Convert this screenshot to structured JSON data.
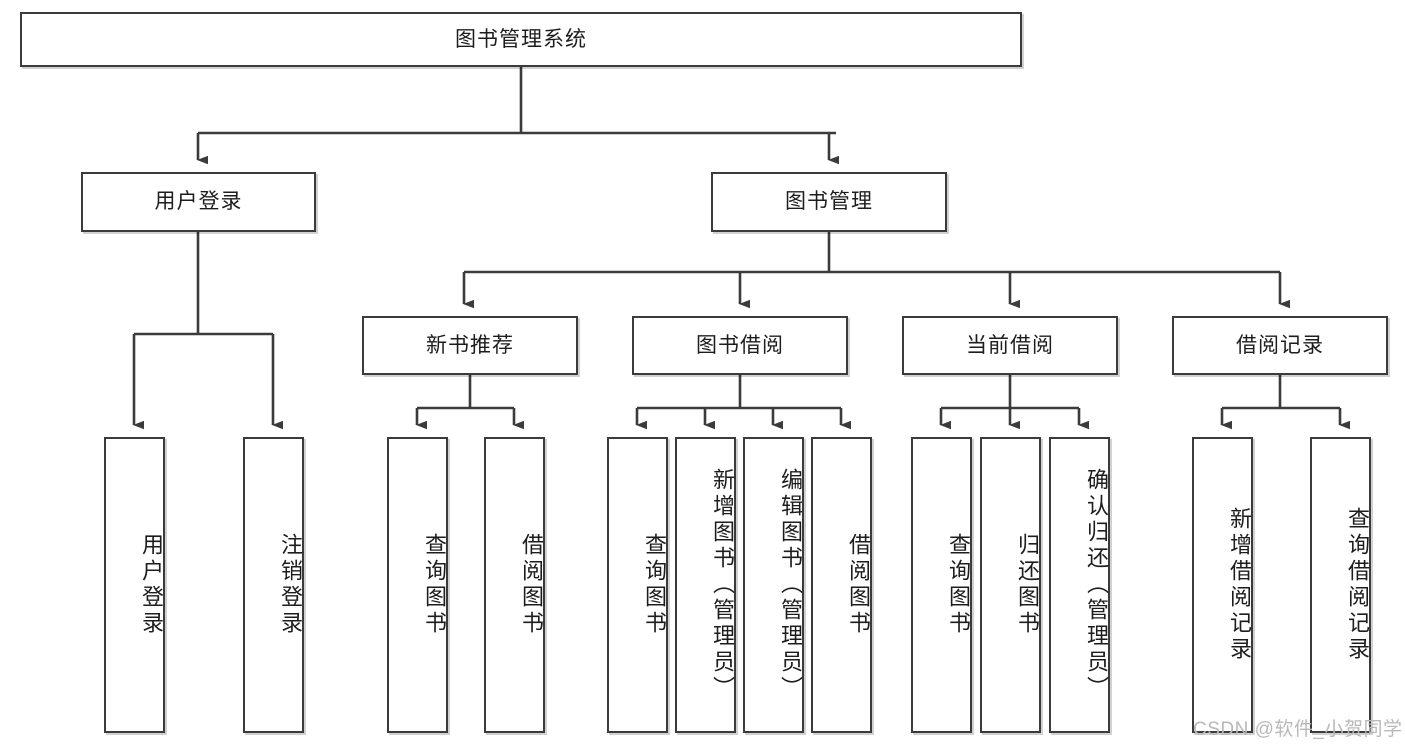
{
  "diagram": {
    "type": "tree",
    "title": "图书管理系统",
    "orientation": "top-down",
    "colors": {
      "node_border": "#3b3b3b",
      "node_fill": "#ffffff",
      "edge": "#3b3b3b",
      "text": "#1d1d1d",
      "watermark": "#b9b9b9",
      "background": "#ffffff"
    },
    "root": {
      "id": "root",
      "label": "图书管理系统"
    },
    "level2": [
      {
        "id": "user-login",
        "label": "用户登录"
      },
      {
        "id": "book-manage",
        "label": "图书管理"
      }
    ],
    "level3": [
      {
        "id": "new-book-recommend",
        "label": "新书推荐"
      },
      {
        "id": "book-borrow",
        "label": "图书借阅"
      },
      {
        "id": "current-borrow",
        "label": "当前借阅"
      },
      {
        "id": "borrow-record",
        "label": "借阅记录"
      }
    ],
    "leaves": {
      "user-login": [
        {
          "id": "leaf-user-login",
          "label": "用户登录"
        },
        {
          "id": "leaf-user-logout",
          "label": "注销登录"
        }
      ],
      "new-book-recommend": [
        {
          "id": "leaf-query-book-1",
          "label": "查询图书"
        },
        {
          "id": "leaf-borrow-book-1",
          "label": "借阅图书"
        }
      ],
      "book-borrow": [
        {
          "id": "leaf-query-book-2",
          "label": "查询图书"
        },
        {
          "id": "leaf-add-book",
          "label": "新增图书（管理员）"
        },
        {
          "id": "leaf-edit-book",
          "label": "编辑图书（管理员）"
        },
        {
          "id": "leaf-borrow-book-2",
          "label": "借阅图书"
        }
      ],
      "current-borrow": [
        {
          "id": "leaf-query-book-3",
          "label": "查询图书"
        },
        {
          "id": "leaf-return-book",
          "label": "归还图书"
        },
        {
          "id": "leaf-confirm-return",
          "label": "确认归还（管理员）"
        }
      ],
      "borrow-record": [
        {
          "id": "leaf-add-record",
          "label": "新增借阅记录"
        },
        {
          "id": "leaf-query-record",
          "label": "查询借阅记录"
        }
      ]
    }
  },
  "watermark": {
    "text": "CSDN @软件_小贺同学"
  }
}
